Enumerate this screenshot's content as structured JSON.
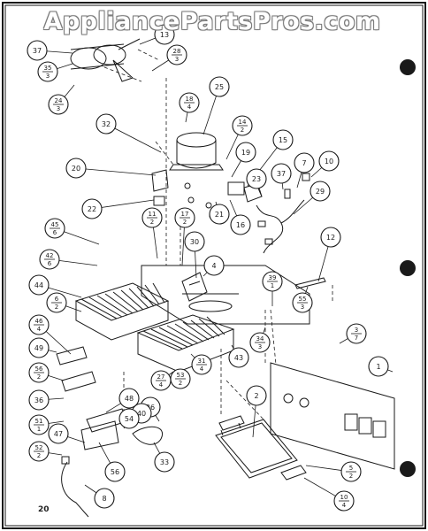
{
  "watermark": "AppliancePartsPros.com",
  "page_number": "20",
  "colors": {
    "ink": "#1a1a1a",
    "watermark_fill": "#ffffff",
    "watermark_outline": "#7a7a7a",
    "background": "#ffffff"
  },
  "callouts": [
    {
      "id": "1",
      "top": "1",
      "bottom": ""
    },
    {
      "id": "2",
      "top": "2",
      "bottom": ""
    },
    {
      "id": "3",
      "top": "3",
      "bottom": "7"
    },
    {
      "id": "4",
      "top": "4",
      "bottom": ""
    },
    {
      "id": "5",
      "top": "5",
      "bottom": "2"
    },
    {
      "id": "6",
      "top": "6",
      "bottom": "2"
    },
    {
      "id": "7",
      "top": "7",
      "bottom": ""
    },
    {
      "id": "8",
      "top": "8",
      "bottom": ""
    },
    {
      "id": "10",
      "top": "10",
      "bottom": ""
    },
    {
      "id": "10b",
      "top": "10",
      "bottom": "4"
    },
    {
      "id": "11",
      "top": "11",
      "bottom": "2"
    },
    {
      "id": "12",
      "top": "12",
      "bottom": ""
    },
    {
      "id": "13",
      "top": "13",
      "bottom": ""
    },
    {
      "id": "14",
      "top": "14",
      "bottom": "2"
    },
    {
      "id": "15",
      "top": "15",
      "bottom": ""
    },
    {
      "id": "16",
      "top": "16",
      "bottom": ""
    },
    {
      "id": "17",
      "top": "17",
      "bottom": "2"
    },
    {
      "id": "18",
      "top": "18",
      "bottom": "4"
    },
    {
      "id": "19",
      "top": "19",
      "bottom": ""
    },
    {
      "id": "20",
      "top": "20",
      "bottom": ""
    },
    {
      "id": "21",
      "top": "21",
      "bottom": ""
    },
    {
      "id": "22",
      "top": "22",
      "bottom": ""
    },
    {
      "id": "23",
      "top": "23",
      "bottom": ""
    },
    {
      "id": "24",
      "top": "24",
      "bottom": "3"
    },
    {
      "id": "25",
      "top": "25",
      "bottom": ""
    },
    {
      "id": "26",
      "top": "26",
      "bottom": ""
    },
    {
      "id": "27",
      "top": "27",
      "bottom": "4"
    },
    {
      "id": "28",
      "top": "28",
      "bottom": "3"
    },
    {
      "id": "29",
      "top": "29",
      "bottom": ""
    },
    {
      "id": "30",
      "top": "30",
      "bottom": ""
    },
    {
      "id": "31",
      "top": "31",
      "bottom": "4"
    },
    {
      "id": "32",
      "top": "32",
      "bottom": ""
    },
    {
      "id": "33",
      "top": "33",
      "bottom": ""
    },
    {
      "id": "34",
      "top": "34",
      "bottom": "3"
    },
    {
      "id": "35",
      "top": "35",
      "bottom": "3"
    },
    {
      "id": "36",
      "top": "36",
      "bottom": ""
    },
    {
      "id": "37a",
      "top": "37",
      "bottom": ""
    },
    {
      "id": "37b",
      "top": "37",
      "bottom": ""
    },
    {
      "id": "39",
      "top": "39",
      "bottom": "1"
    },
    {
      "id": "40",
      "top": "40",
      "bottom": ""
    },
    {
      "id": "42",
      "top": "42",
      "bottom": "6"
    },
    {
      "id": "43",
      "top": "43",
      "bottom": ""
    },
    {
      "id": "44",
      "top": "44",
      "bottom": ""
    },
    {
      "id": "45",
      "top": "45",
      "bottom": "6"
    },
    {
      "id": "46",
      "top": "46",
      "bottom": "4"
    },
    {
      "id": "47",
      "top": "47",
      "bottom": ""
    },
    {
      "id": "48",
      "top": "48",
      "bottom": ""
    },
    {
      "id": "49",
      "top": "49",
      "bottom": ""
    },
    {
      "id": "51",
      "top": "51",
      "bottom": "1"
    },
    {
      "id": "52",
      "top": "52",
      "bottom": "2"
    },
    {
      "id": "53",
      "top": "53",
      "bottom": "2"
    },
    {
      "id": "54",
      "top": "54",
      "bottom": ""
    },
    {
      "id": "55",
      "top": "55",
      "bottom": "3"
    },
    {
      "id": "56",
      "top": "56",
      "bottom": ""
    },
    {
      "id": "56b",
      "top": "56",
      "bottom": "2"
    }
  ]
}
